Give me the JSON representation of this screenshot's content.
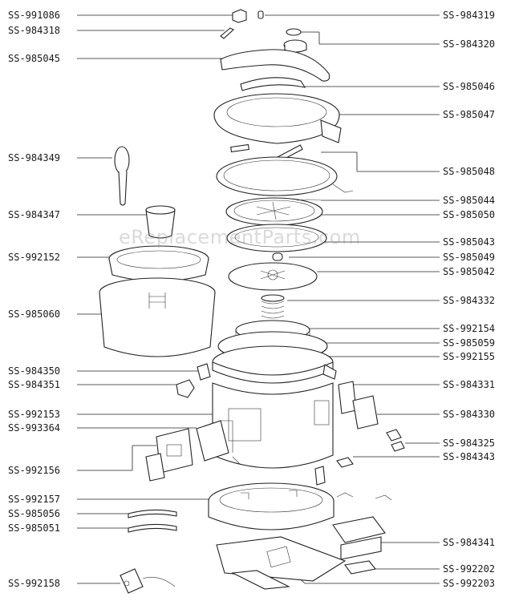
{
  "watermark": "eReplacementParts.com",
  "left_labels": [
    "SS-991086",
    "SS-984318",
    "SS-985045",
    "SS-984349",
    "SS-984347",
    "SS-992152",
    "SS-985060",
    "SS-984350",
    "SS-984351",
    "SS-992153",
    "SS-993364",
    "SS-992156",
    "SS-992157",
    "SS-985056",
    "SS-985051",
    "SS-992158"
  ],
  "right_labels": [
    "SS-984319",
    "SS-984320",
    "SS-985046",
    "SS-985047",
    "SS-985048",
    "SS-985044",
    "SS-985050",
    "SS-985043",
    "SS-985049",
    "SS-985042",
    "SS-984332",
    "SS-992154",
    "SS-985059",
    "SS-992155",
    "SS-984331",
    "SS-984330",
    "SS-984325",
    "SS-984343",
    "SS-984341",
    "SS-992202",
    "SS-992203"
  ]
}
